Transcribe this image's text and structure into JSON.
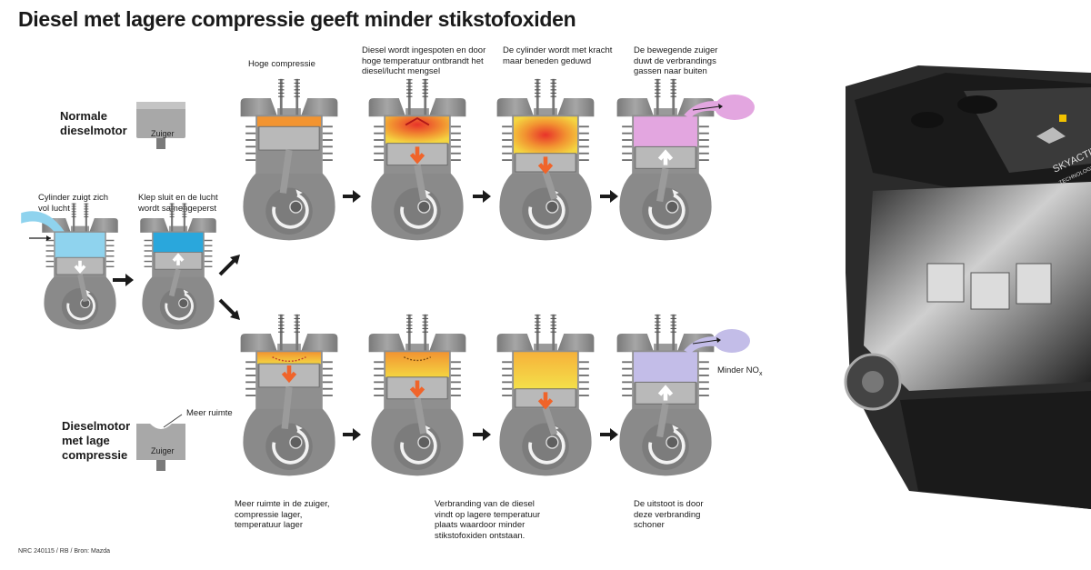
{
  "title": "Diesel met lagere compressie geeft minder stikstofoxiden",
  "labels": {
    "normal_engine": "Normale\ndieselmotor",
    "low_engine": "Dieselmotor\nmet lage\ncompressie",
    "piston_normal": "Zuiger",
    "piston_low": "Zuiger",
    "more_space": "Meer ruimte",
    "less_nox_prefix": "Minder NO",
    "less_nox_sub": "x",
    "engine_brand": "SKYACTIV",
    "engine_brand2": "TECHNOLOGY"
  },
  "captions": {
    "intake": "Cylinder zuigt zich\nvol lucht",
    "compress": "Klep sluit en de lucht\nwordt samengeperst",
    "high_comp": "Hoge compressie",
    "inject": "Diesel wordt ingespoten en door\nhoge temperatuur ontbrandt het\ndiesel/lucht mengsel",
    "power": "De cylinder wordt met kracht\nmaar beneden geduwd",
    "exhaust": "De bewegende zuiger\nduwt de verbrandings\ngassen naar buiten",
    "low_space": "Meer ruimte in de zuiger,\ncompressie lager,\ntemperatuur lager",
    "low_burn": "Verbranding van de diesel\nvindt op lagere temperatuur\nplaats waardoor minder\nstikstofoxiden ontstaan.",
    "low_exhaust": "De uitstoot is door\ndeze verbranding\nschoner"
  },
  "credit": "NRC 240115 / RB / Bron: Mazda",
  "colors": {
    "air_light": "#8fd3ee",
    "air_dark": "#2aa7dc",
    "hot_red": "#e8332a",
    "warm_orange": "#f29431",
    "warm_yellow": "#f4d541",
    "exhaust_pink": "#e3a6e0",
    "exhaust_lilac": "#c3bde8",
    "arrow_orange": "#f0642a",
    "metal": "#8e8e8e"
  }
}
